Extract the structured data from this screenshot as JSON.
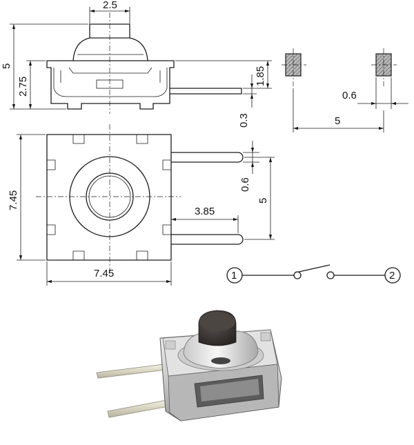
{
  "dimensions": {
    "top_width": "2.5",
    "total_height": "5",
    "body_height": "2.75",
    "lead_height": "1.85",
    "lead_thickness": "0.3",
    "pad_width": "0.6",
    "pad_spacing": "5",
    "body_width": "7.45",
    "body_depth": "7.45",
    "pin_spacing": "5",
    "pin_thickness": "0.6",
    "pin_length": "3.85"
  },
  "schematic": {
    "pin1": "1",
    "pin2": "2"
  },
  "colors": {
    "line": "#1a1a1a",
    "hatch_fill": "#9a9a9a",
    "metal_light": "#e6e6e6",
    "metal_mid": "#bdbdbd",
    "metal_dark": "#6e6e6e",
    "actuator": "#3a3633"
  }
}
